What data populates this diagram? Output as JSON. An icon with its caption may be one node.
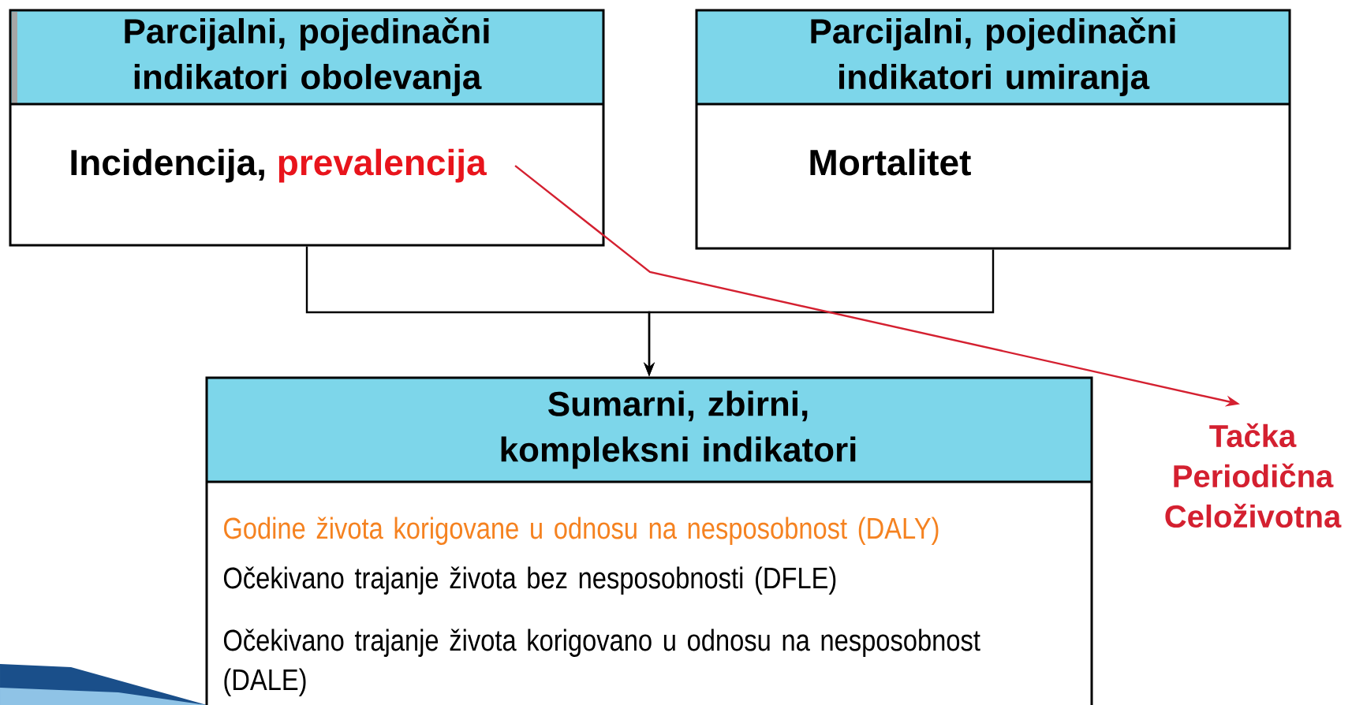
{
  "diagram": {
    "nodes": [
      {
        "text": [
          "Parcijalni, pojedinačni indikatori obolevanja",
          "Incidencija,"
        ]
      },
      {
        "text": [
          "prevalencija"
        ],
        "in": 0
      },
      {
        "text": [
          "Parcijalni, pojedinačni indikatori umiranja",
          "Mortalitet"
        ]
      },
      {
        "text": [
          "Sumarni, zbirni, kompleksni indikatori",
          "Godine života korigovane u odnosu na nesposobnost (DALY)",
          "Očekivano trajanje života bez nesposobnosti (DFLE)",
          "Očekivano trajanje života korigovano u odnosu na nesposobnost (DALE)"
        ]
      },
      {
        "text": [
          "Tačka",
          "Periodična",
          "Celoživotna"
        ]
      }
    ],
    "edges": [
      {
        "from": 0,
        "to": 3,
        "arrow": "to"
      },
      {
        "from": 2,
        "to": 3,
        "arrow": "to"
      },
      {
        "from": 1,
        "to": 4,
        "arrow": "to",
        "color": "#d42030"
      }
    ]
  }
}
